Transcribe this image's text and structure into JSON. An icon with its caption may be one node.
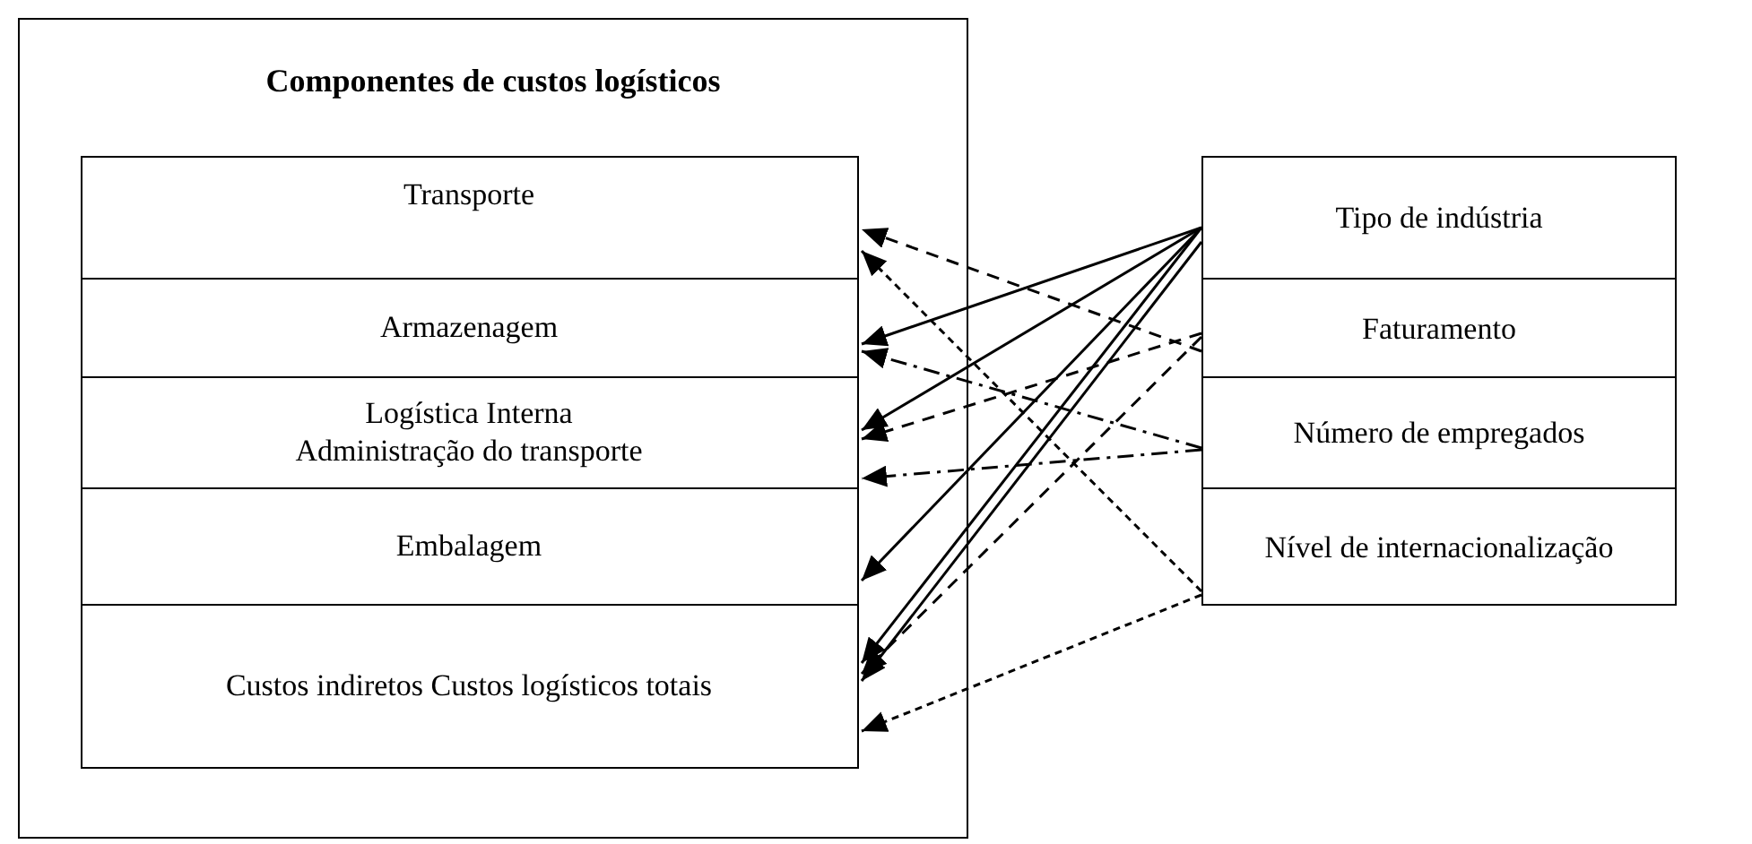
{
  "diagram": {
    "nodes": [
      {
        "text": [
          "Componentes de custos logísticos"
        ]
      },
      {
        "text": [
          "Transporte"
        ],
        "in": 0
      },
      {
        "text": [
          "Armazenagem"
        ],
        "in": 0
      },
      {
        "text": [
          "Logística Interna Administração do transporte"
        ],
        "in": 0
      },
      {
        "text": [
          "Embalagem"
        ],
        "in": 0
      },
      {
        "text": [
          "Custos indiretos Custos logísticos totais"
        ],
        "in": 0
      },
      {
        "text": [
          "Tipo de indústria"
        ]
      },
      {
        "text": [
          "Faturamento"
        ]
      },
      {
        "text": [
          "Número de empregados"
        ]
      },
      {
        "text": [
          "Nível de internacionalização"
        ]
      }
    ],
    "edges": [
      {
        "from": 6,
        "to": 2,
        "arrow": "to"
      },
      {
        "from": 6,
        "to": 3,
        "arrow": "to"
      },
      {
        "from": 6,
        "to": 4,
        "arrow": "to"
      },
      {
        "from": 6,
        "to": 5,
        "arrow": "to"
      },
      {
        "from": 6,
        "to": 5,
        "arrow": "to"
      },
      {
        "from": 7,
        "to": 1,
        "arrow": "to",
        "style": "dashed"
      },
      {
        "from": 7,
        "to": 3,
        "arrow": "to",
        "style": "dashed"
      },
      {
        "from": 7,
        "to": 5,
        "arrow": "to",
        "style": "dashed"
      },
      {
        "from": 8,
        "to": 2,
        "arrow": "to",
        "style": "dashed"
      },
      {
        "from": 8,
        "to": 3,
        "arrow": "to",
        "style": "dashed"
      },
      {
        "from": 9,
        "to": 1,
        "arrow": "to",
        "style": "dashed"
      },
      {
        "from": 9,
        "to": 5,
        "arrow": "to",
        "style": "dashed"
      }
    ]
  }
}
